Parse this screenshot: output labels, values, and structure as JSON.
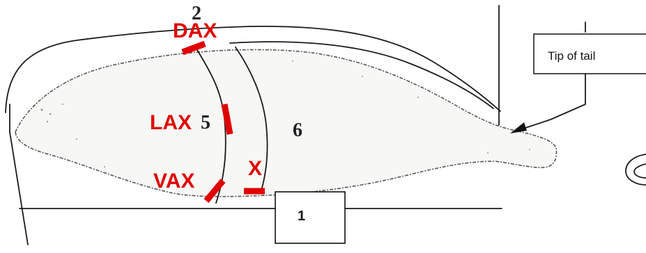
{
  "labels": {
    "dax": "DAX",
    "lax": "LAX",
    "vax": "VAX",
    "x": "X",
    "num_2": "2",
    "num_5": "5",
    "num_6": "6",
    "num_1": "1",
    "tip_of_tail": "Tip of tail"
  },
  "colors": {
    "marker": "#e00000",
    "ink": "#1a1a1a"
  }
}
